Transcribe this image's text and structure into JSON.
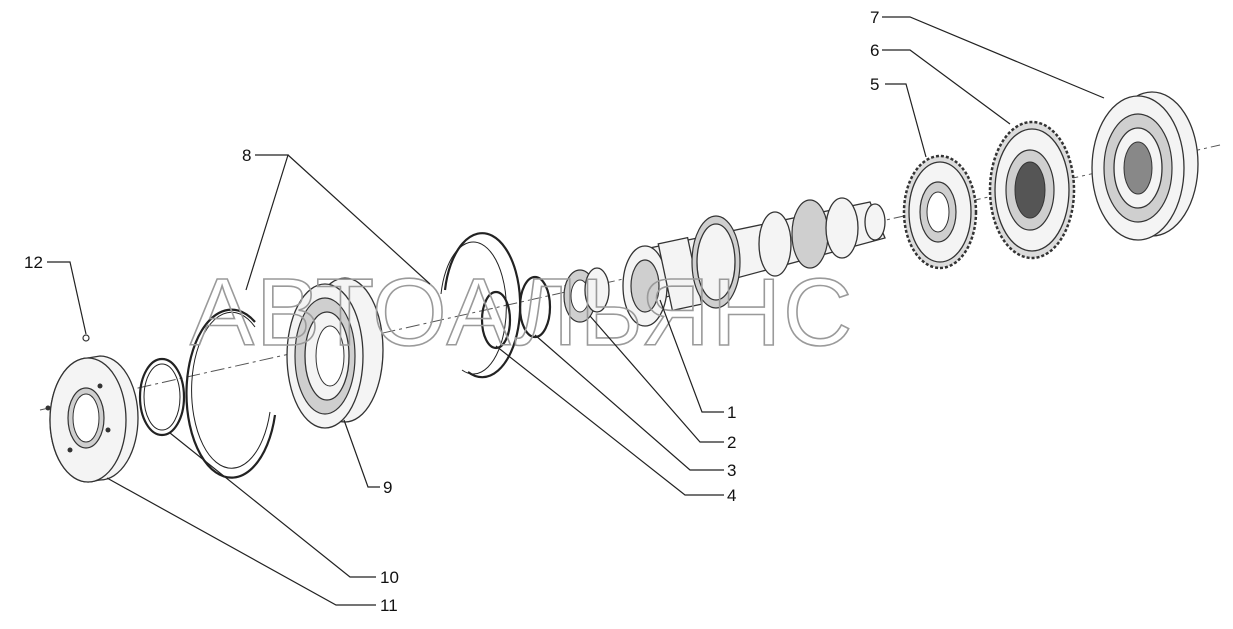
{
  "watermark": "АВТОАЛЬЯНС",
  "callouts": {
    "c1": "1",
    "c2": "2",
    "c3": "3",
    "c4": "4",
    "c5": "5",
    "c6": "6",
    "c7": "7",
    "c8": "8",
    "c9": "9",
    "c10": "10",
    "c11": "11",
    "c12": "12"
  }
}
